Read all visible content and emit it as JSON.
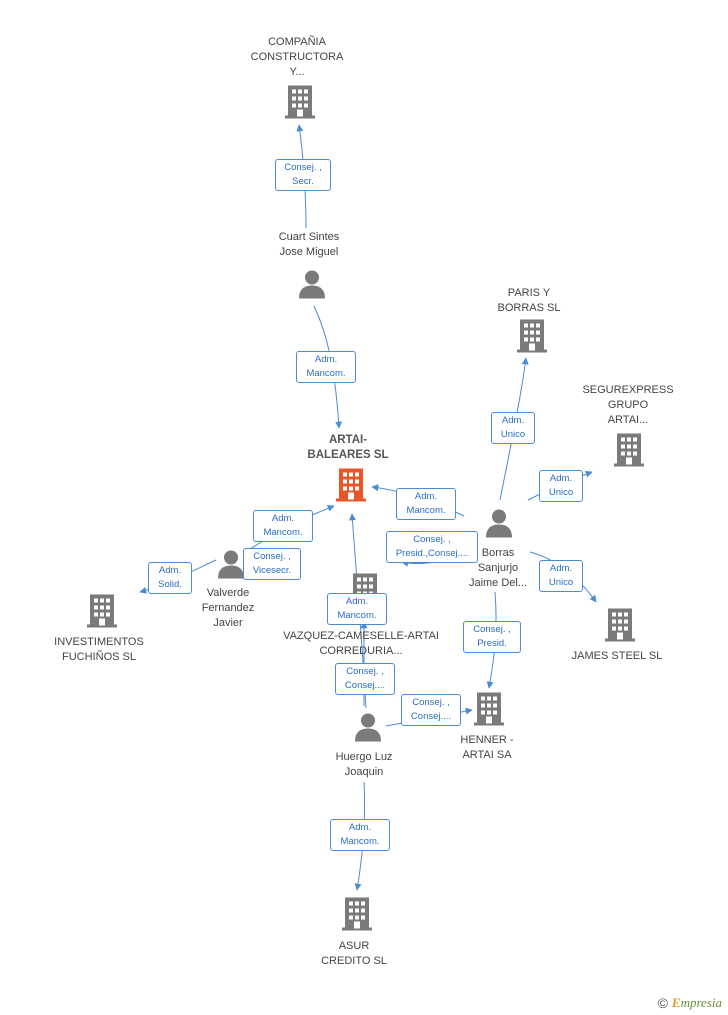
{
  "colors": {
    "edge": "#4a8bd6",
    "building": "#7a7a7a",
    "main_building": "#e8572a",
    "person": "#7a7a7a"
  },
  "nodes": {
    "compania": {
      "label": "COMPAÑIA\nCONSTRUCTORA\nY...",
      "icon": "building-icon"
    },
    "cuart": {
      "label": "Cuart Sintes\nJose Miguel",
      "icon": "person-icon"
    },
    "paris": {
      "label": "PARIS Y\nBORRAS SL",
      "icon": "building-icon"
    },
    "segurexpress": {
      "label": "SEGUREXPRESS\nGRUPO\nARTAI...",
      "icon": "building-icon"
    },
    "artai": {
      "label": "ARTAI-\nBALEARES SL",
      "icon": "building-icon"
    },
    "borras": {
      "label": "Borras\nSanjurjo\nJaime Del...",
      "icon": "person-icon"
    },
    "valverde": {
      "label": "Valverde\nFernandez\nJavier",
      "icon": "person-icon"
    },
    "investimentos": {
      "label": "INVESTIMENTOS\nFUCHIÑOS  SL",
      "icon": "building-icon"
    },
    "vazquez": {
      "label": "VAZQUEZ-CAMESELLE-ARTAI\nCORREDURIA...",
      "icon": "building-icon"
    },
    "james": {
      "label": "JAMES STEEL SL",
      "icon": "building-icon"
    },
    "henner": {
      "label": "HENNER -\nARTAI SA",
      "icon": "building-icon"
    },
    "huergo": {
      "label": "Huergo Luz\nJoaquin",
      "icon": "person-icon"
    },
    "asur": {
      "label": "ASUR\nCREDITO SL",
      "icon": "building-icon"
    }
  },
  "edges": [
    {
      "label": "Consej. ,\nSecr."
    },
    {
      "label": "Adm.\nMancom."
    },
    {
      "label": "Adm.\nUnico"
    },
    {
      "label": "Adm.\nUnico"
    },
    {
      "label": "Adm.\nMancom."
    },
    {
      "label": "Consej. ,\nPresid.,Consej...."
    },
    {
      "label": "Adm.\nUnico"
    },
    {
      "label": "Consej. ,\nPresid."
    },
    {
      "label": "Adm.\nMancom."
    },
    {
      "label": "Consej. ,\nVicesecr."
    },
    {
      "label": "Adm.\nSolid."
    },
    {
      "label": "Adm.\nMancom."
    },
    {
      "label": "Consej. ,\nConsej...."
    },
    {
      "label": "Consej. ,\nConsej...."
    },
    {
      "label": "Adm.\nMancom."
    }
  ],
  "footer": {
    "copyright": "©",
    "brand_initial": "E",
    "brand_rest": "mpresia"
  }
}
